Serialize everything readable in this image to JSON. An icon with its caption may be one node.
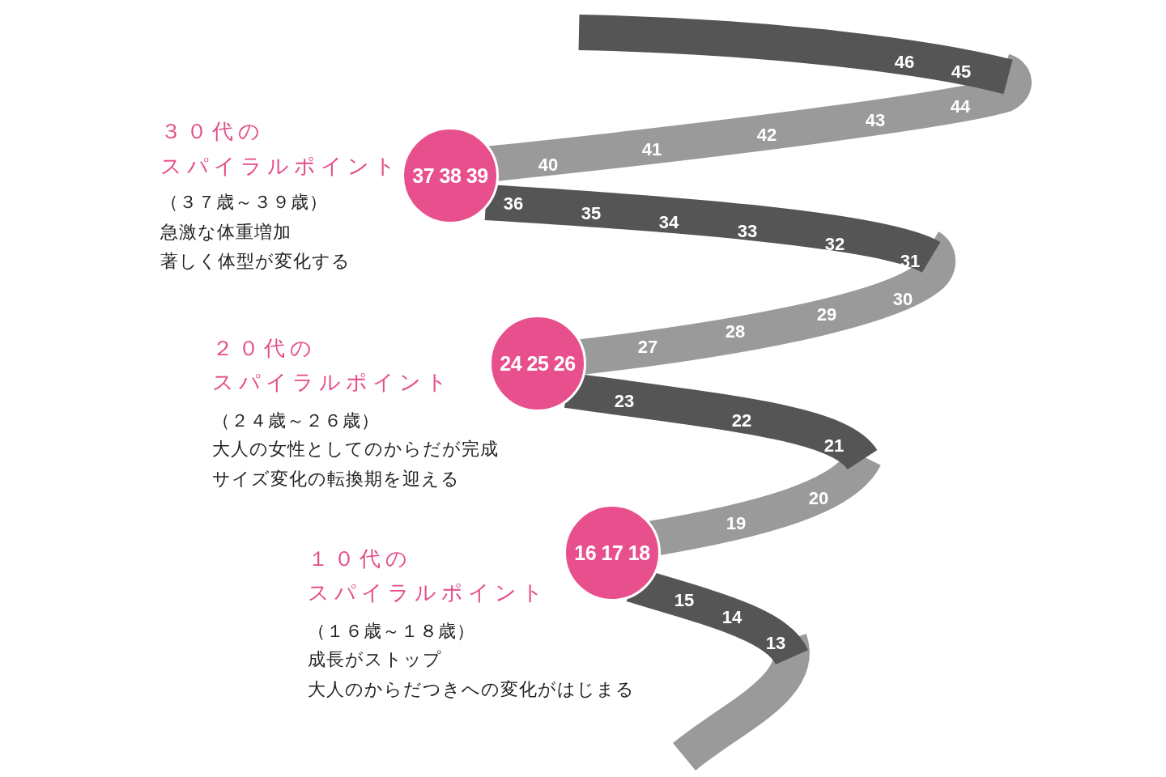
{
  "diagram": {
    "nodes": [
      {
        "text": [
          "37 38 39"
        ],
        "beside": [
          "３０代の",
          "スパイラルポイント",
          "（３７歳～３９歳）",
          "急激な体重増加",
          "著しく体型が変化する"
        ]
      },
      {
        "text": [
          "24 25 26"
        ],
        "beside": [
          "２０代の",
          "スパイラルポイント",
          "（２４歳～２６歳）",
          "大人の女性としてのからだが完成",
          "サイズ変化の転換期を迎える"
        ]
      },
      {
        "text": [
          "16 17 18"
        ],
        "beside": [
          "１０代の",
          "スパイラルポイント",
          "（１６歳～１８歳）",
          "成長がストップ",
          "大人のからだつきへの変化がはじまる"
        ]
      }
    ],
    "labels": [
      "46",
      "45",
      "44",
      "43",
      "42",
      "41",
      "40",
      "36",
      "35",
      "34",
      "33",
      "32",
      "31",
      "30",
      "29",
      "28",
      "27",
      "23",
      "22",
      "21",
      "20",
      "19",
      "15",
      "14",
      "13"
    ]
  }
}
